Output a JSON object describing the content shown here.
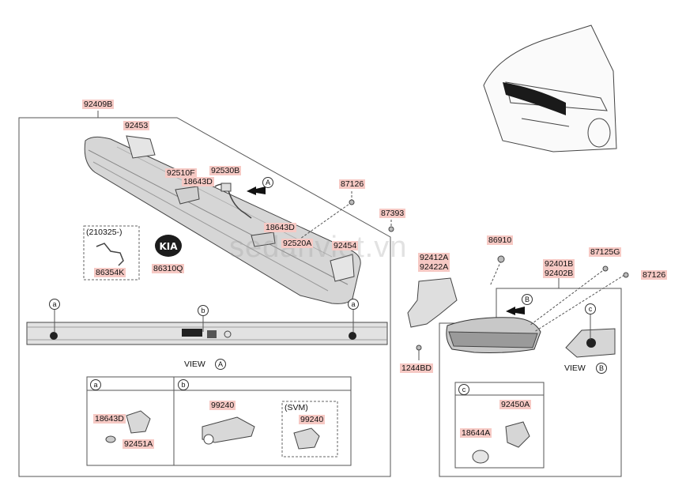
{
  "watermark": "sedanviet.vn",
  "parts": {
    "p92409B": "92409B",
    "p92453": "92453",
    "p92510F": "92510F",
    "p92530B": "92530B",
    "p18643D_a": "18643D",
    "p18643D_b": "18643D",
    "p87126_a": "87126",
    "p87393": "87393",
    "p92520A": "92520A",
    "p92454": "92454",
    "p86354K": "86354K",
    "p86310Q": "86310Q",
    "p86910": "86910",
    "p92412A": "92412A",
    "p92422A": "92422A",
    "p92401B": "92401B",
    "p92402B": "92402B",
    "p87125G": "87125G",
    "p87126_b": "87126",
    "p1244BD": "1244BD",
    "p18643D_c": "18643D",
    "p92451A": "92451A",
    "p99240_a": "99240",
    "p99240_b": "99240",
    "p92450A": "92450A",
    "p18644A": "18644A"
  },
  "labels": {
    "date_note": "(210325-)",
    "svm": "(SVM)",
    "view": "VIEW"
  },
  "callouts": {
    "a": "a",
    "b": "b",
    "c": "c",
    "A": "A",
    "B": "B"
  }
}
